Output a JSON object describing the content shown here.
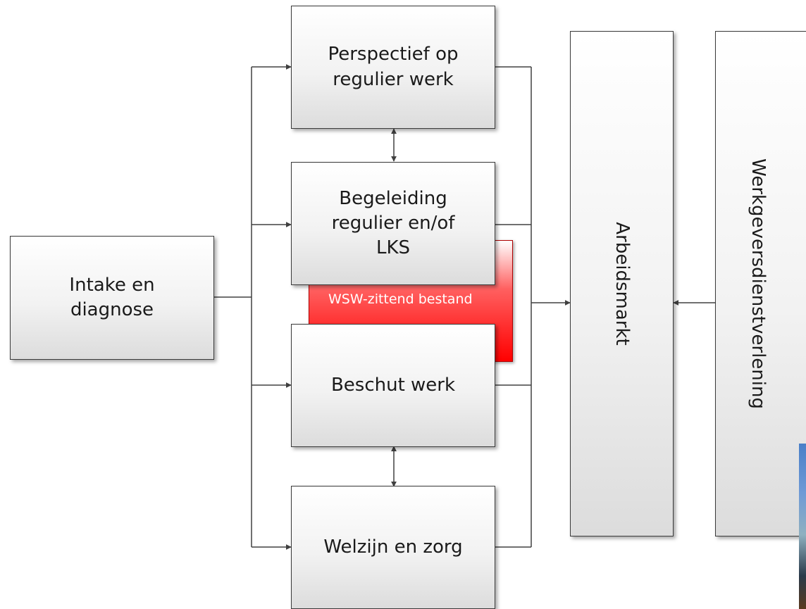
{
  "boxes": {
    "intake": "Intake en\ndiagnose",
    "perspectief": "Perspectief op\nregulier werk",
    "begeleiding": "Begeleiding\nregulier en/of\nLKS",
    "beschut": "Beschut werk",
    "welzijn": "Welzijn en zorg",
    "arbeidsmarkt": "Arbeidsmarkt",
    "werkgevers": "Werkgeversdienstverlening"
  },
  "wsw_label": "WSW-zittend bestand",
  "colors": {
    "wsw_red": "#ff0000",
    "border": "#3a3a3a",
    "connector": "#404040"
  }
}
